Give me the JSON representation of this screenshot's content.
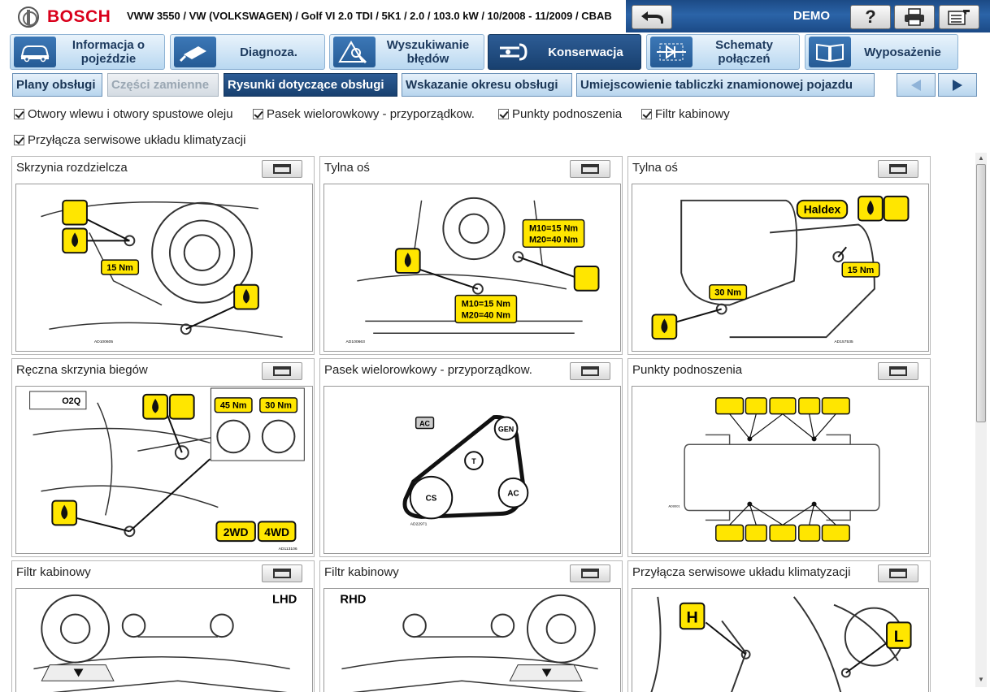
{
  "header": {
    "brand": "BOSCH",
    "vehicle": "VWW 3550 / VW (VOLKSWAGEN) / Golf VI 2.0 TDI / 5K1 / 2.0 / 103.0 kW / 10/2008 - 11/2009 / CBAB",
    "mode": "DEMO",
    "help_glyph": "?"
  },
  "tabs": [
    {
      "label": "Informacja o pojeździe",
      "icon": "car-icon"
    },
    {
      "label": "Diagnoza.",
      "icon": "diagnostic-plug-icon"
    },
    {
      "label": "Wyszukiwanie błędów",
      "icon": "warning-search-icon"
    },
    {
      "label": "Konserwacja",
      "icon": "wrench-icon",
      "active": true
    },
    {
      "label": "Schematy połączeń",
      "icon": "circuit-icon"
    },
    {
      "label": "Wyposażenie",
      "icon": "book-icon"
    }
  ],
  "subtabs": [
    {
      "label": "Plany obsługi"
    },
    {
      "label": "Części zamienne",
      "disabled": true
    },
    {
      "label": "Rysunki dotyczące obsługi",
      "active": true
    },
    {
      "label": "Wskazanie okresu obsługi"
    },
    {
      "label": "Umiejscowienie tabliczki znamionowej pojazdu"
    }
  ],
  "filters": [
    "Otwory wlewu i otwory spustowe oleju",
    "Pasek wielorowkowy - przyporządkow.",
    "Punkty podnoszenia",
    "Filtr kabinowy",
    "Przyłącza serwisowe układu klimatyzacji"
  ],
  "cards": [
    {
      "title": "Skrzynia rozdzielcza",
      "labels": [
        "15 Nm"
      ],
      "code": "AD100605"
    },
    {
      "title": "Tylna oś",
      "labels": [
        "M10=15 Nm",
        "M20=40 Nm",
        "M10=15 Nm",
        "M20=40 Nm"
      ],
      "code": "AD100663"
    },
    {
      "title": "Tylna oś",
      "labels": [
        "Haldex",
        "15 Nm",
        "30 Nm"
      ],
      "code": "AD157535"
    },
    {
      "title": "Ręczna skrzynia biegów",
      "labels": [
        "O2Q",
        "45 Nm",
        "30 Nm",
        "2WD",
        "4WD"
      ],
      "code": "AD113106"
    },
    {
      "title": "Pasek wielorowkowy - przyporządkow.",
      "labels": [
        "AC",
        "GEN",
        "T",
        "CS",
        "AC"
      ],
      "code": "AD22971"
    },
    {
      "title": "Punkty podnoszenia",
      "labels": [],
      "code": "AD0001"
    },
    {
      "title": "Filtr kabinowy",
      "labels": [
        "LHD"
      ],
      "code": ""
    },
    {
      "title": "Filtr kabinowy",
      "labels": [
        "RHD"
      ],
      "code": ""
    },
    {
      "title": "Przyłącza serwisowe układu klimatyzacji",
      "labels": [
        "H",
        "L"
      ],
      "code": ""
    }
  ],
  "colors": {
    "header": "#2b64a8",
    "accent": "#ffe600",
    "active_tab": "#1d4a80",
    "brand_red": "#d9001b"
  }
}
